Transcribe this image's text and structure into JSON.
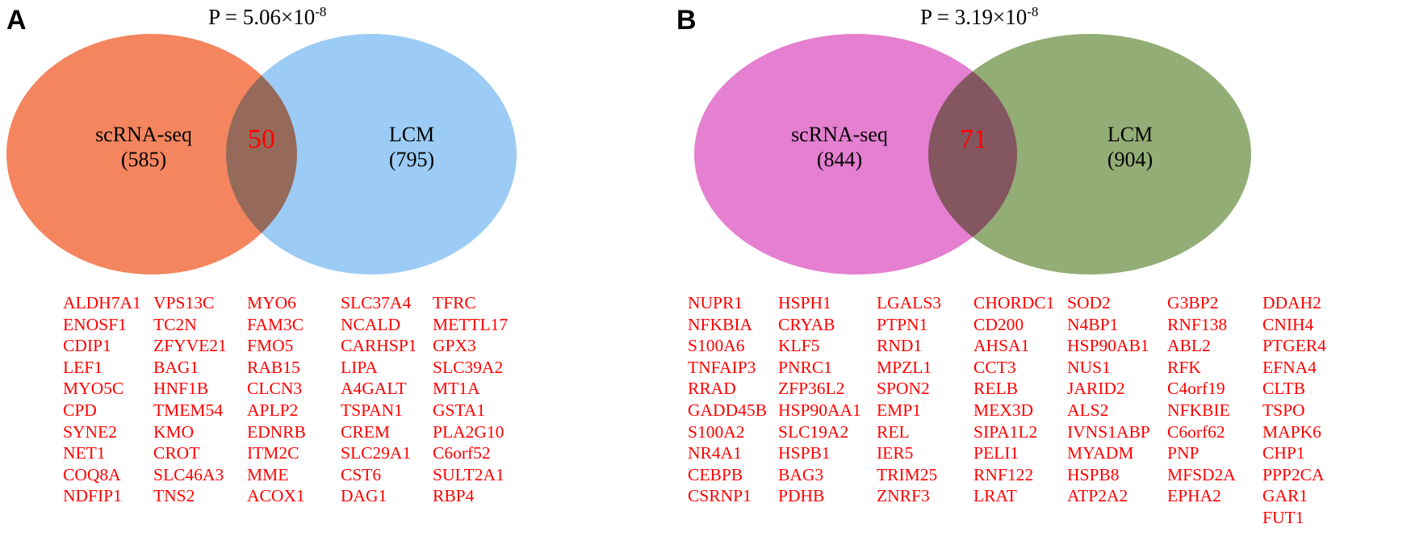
{
  "figure": {
    "panels": [
      {
        "letter": "A",
        "pvalue_prefix": "P = 5.06×10",
        "pvalue_exponent": "-8",
        "venn": {
          "left_label": "scRNA-seq",
          "left_count": "(585)",
          "right_label": "LCM",
          "right_count": "(795)",
          "intersection": "50",
          "left_color": "#f4855f",
          "right_color": "#9cccf5",
          "overlap_color": "#9791b8",
          "intersection_color": "#ff0000"
        },
        "gene_columns": [
          [
            "ALDH7A1",
            "ENOSF1",
            "CDIP1",
            "LEF1",
            "MYO5C",
            "CPD",
            "SYNE2",
            "NET1",
            "COQ8A",
            "NDFIP1"
          ],
          [
            "VPS13C",
            "TC2N",
            "ZFYVE21",
            "BAG1",
            "HNF1B",
            "TMEM54",
            "KMO",
            "CROT",
            "SLC46A3",
            "TNS2"
          ],
          [
            "MYO6",
            "FAM3C",
            "FMO5",
            "RAB15",
            "CLCN3",
            "APLP2",
            "EDNRB",
            "ITM2C",
            "MME",
            "ACOX1"
          ],
          [
            "SLC37A4",
            "NCALD",
            "CARHSP1",
            "LIPA",
            "A4GALT",
            "TSPAN1",
            "CREM",
            "SLC29A1",
            "CST6",
            "DAG1"
          ],
          [
            "TFRC",
            "METTL17",
            "GPX3",
            "SLC39A2",
            "MT1A",
            "GSTA1",
            "PLA2G10",
            "C6orf52",
            "SULT2A1",
            "RBP4"
          ]
        ]
      },
      {
        "letter": "B",
        "pvalue_prefix": "P = 3.19×10",
        "pvalue_exponent": "-8",
        "venn": {
          "left_label": "scRNA-seq",
          "left_count": "(844)",
          "right_label": "LCM",
          "right_count": "(904)",
          "intersection": "71",
          "left_color": "#e57fd0",
          "right_color": "#93ad76",
          "overlap_color": "#8d7668",
          "intersection_color": "#ff0000"
        },
        "gene_columns": [
          [
            "NUPR1",
            "NFKBIA",
            "S100A6",
            "TNFAIP3",
            "RRAD",
            "GADD45B",
            "S100A2",
            "NR4A1",
            "CEBPB",
            "CSRNP1"
          ],
          [
            "HSPH1",
            "CRYAB",
            "KLF5",
            "PNRC1",
            "ZFP36L2",
            "HSP90AA1",
            "SLC19A2",
            "HSPB1",
            "BAG3",
            "PDHB"
          ],
          [
            "LGALS3",
            "PTPN1",
            "RND1",
            "MPZL1",
            "SPON2",
            "EMP1",
            "REL",
            "IER5",
            "TRIM25",
            "ZNRF3"
          ],
          [
            "CHORDC1",
            "CD200",
            "AHSA1",
            "CCT3",
            "RELB",
            "MEX3D",
            "SIPA1L2",
            "PELI1",
            "RNF122",
            "LRAT"
          ],
          [
            "SOD2",
            "N4BP1",
            "HSP90AB1",
            "NUS1",
            "JARID2",
            "ALS2",
            "IVNS1ABP",
            "MYADM",
            "HSPB8",
            "ATP2A2"
          ],
          [
            "G3BP2",
            "RNF138",
            "ABL2",
            "RFK",
            "C4orf19",
            "NFKBIE",
            "C6orf62",
            "PNP",
            "MFSD2A",
            "EPHA2"
          ],
          [
            "DDAH2",
            "CNIH4",
            "PTGER4",
            "EFNA4",
            "CLTB",
            "TSPO",
            "MAPK6",
            "CHP1",
            "PPP2CA",
            "GAR1",
            "FUT1"
          ]
        ]
      }
    ]
  }
}
